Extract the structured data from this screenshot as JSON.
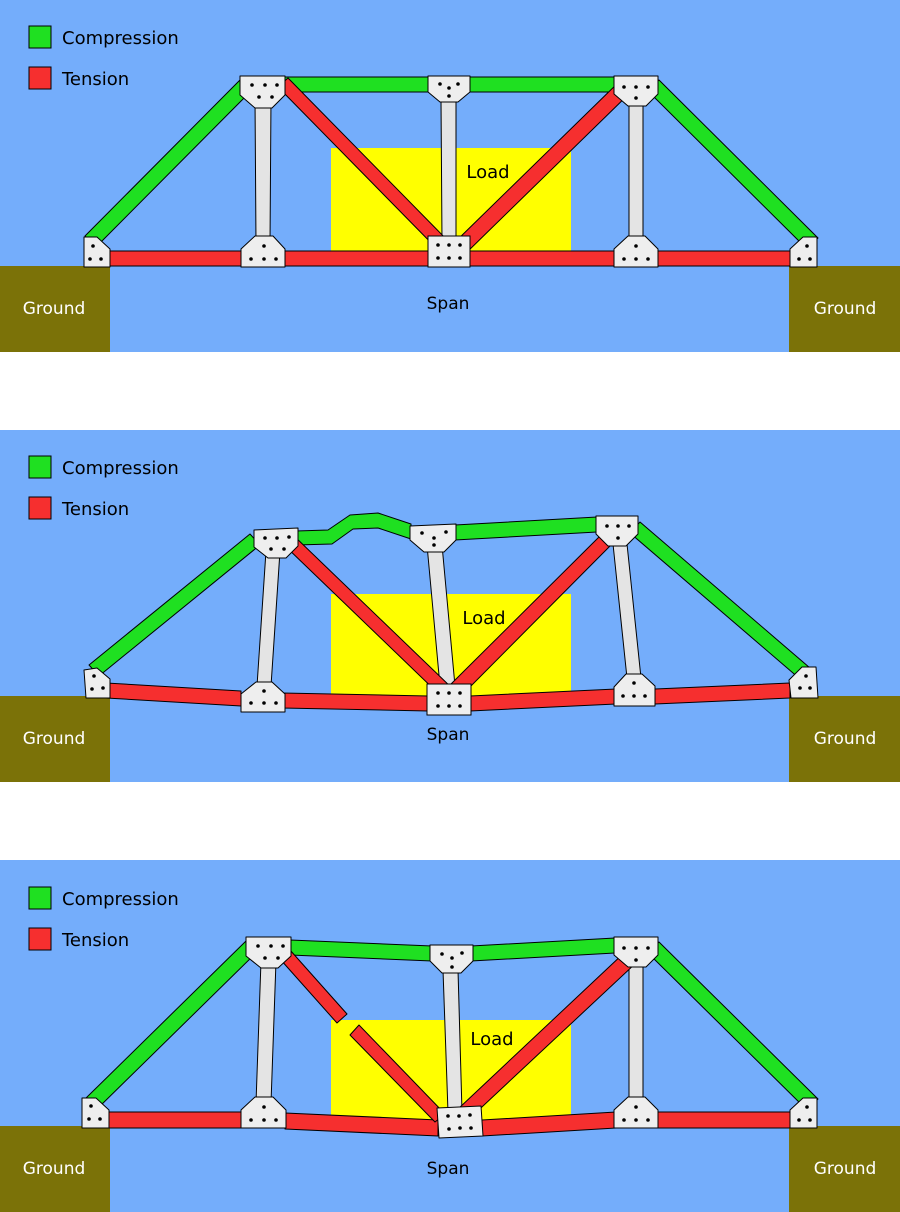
{
  "colors": {
    "sky": "#74adfb",
    "ground": "#7b7208",
    "compression": "#1fe021",
    "tension": "#f62f2f",
    "load": "#ffff00",
    "plate": "#eeeeee",
    "strut": "#e4e4e4"
  },
  "legend": {
    "compression": "Compression",
    "tension": "Tension"
  },
  "labels": {
    "ground": "Ground",
    "span": "Span",
    "load": "Load"
  },
  "panels": [
    {
      "state": "intact"
    },
    {
      "state": "buckled-top-chord"
    },
    {
      "state": "broken-diagonal"
    }
  ]
}
